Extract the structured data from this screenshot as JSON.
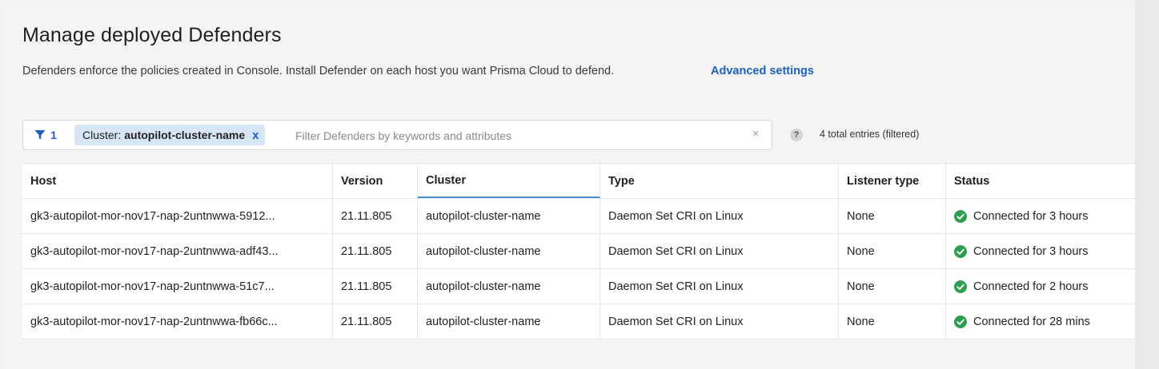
{
  "page": {
    "title": "Manage deployed Defenders",
    "subtitle": "Defenders enforce the policies created in Console. Install Defender on each host you want Prisma Cloud to defend.",
    "advanced_link": "Advanced settings"
  },
  "filter": {
    "active_count": "1",
    "chip_key": "Cluster:",
    "chip_value": "autopilot-cluster-name",
    "chip_remove": "x",
    "placeholder": "Filter Defenders by keywords and attributes",
    "clear": "×",
    "help": "?",
    "entries_text": "4 total entries (filtered)"
  },
  "table": {
    "columns": [
      "Host",
      "Version",
      "Cluster",
      "Type",
      "Listener type",
      "Status"
    ],
    "sorted_column": "Cluster",
    "rows": [
      {
        "host": "gk3-autopilot-mor-nov17-nap-2untnwwa-5912...",
        "version": "21.11.805",
        "cluster": "autopilot-cluster-name",
        "type": "Daemon Set CRI on Linux",
        "listener": "None",
        "status": "Connected for 3 hours"
      },
      {
        "host": "gk3-autopilot-mor-nov17-nap-2untnwwa-adf43...",
        "version": "21.11.805",
        "cluster": "autopilot-cluster-name",
        "type": "Daemon Set CRI on Linux",
        "listener": "None",
        "status": "Connected for 3 hours"
      },
      {
        "host": "gk3-autopilot-mor-nov17-nap-2untnwwa-51c7...",
        "version": "21.11.805",
        "cluster": "autopilot-cluster-name",
        "type": "Daemon Set CRI on Linux",
        "listener": "None",
        "status": "Connected for 2 hours"
      },
      {
        "host": "gk3-autopilot-mor-nov17-nap-2untnwwa-fb66c...",
        "version": "21.11.805",
        "cluster": "autopilot-cluster-name",
        "type": "Daemon Set CRI on Linux",
        "listener": "None",
        "status": "Connected for 28 mins"
      }
    ]
  },
  "icons": {
    "filter": "filter-funnel-icon",
    "status": "check-circle-icon",
    "help": "help-circle-icon"
  },
  "colors": {
    "accent": "#1f5fbf",
    "chip_bg": "#d6e6f7",
    "status_green": "#2e9e4f",
    "sort_underline": "#4a90d9"
  }
}
